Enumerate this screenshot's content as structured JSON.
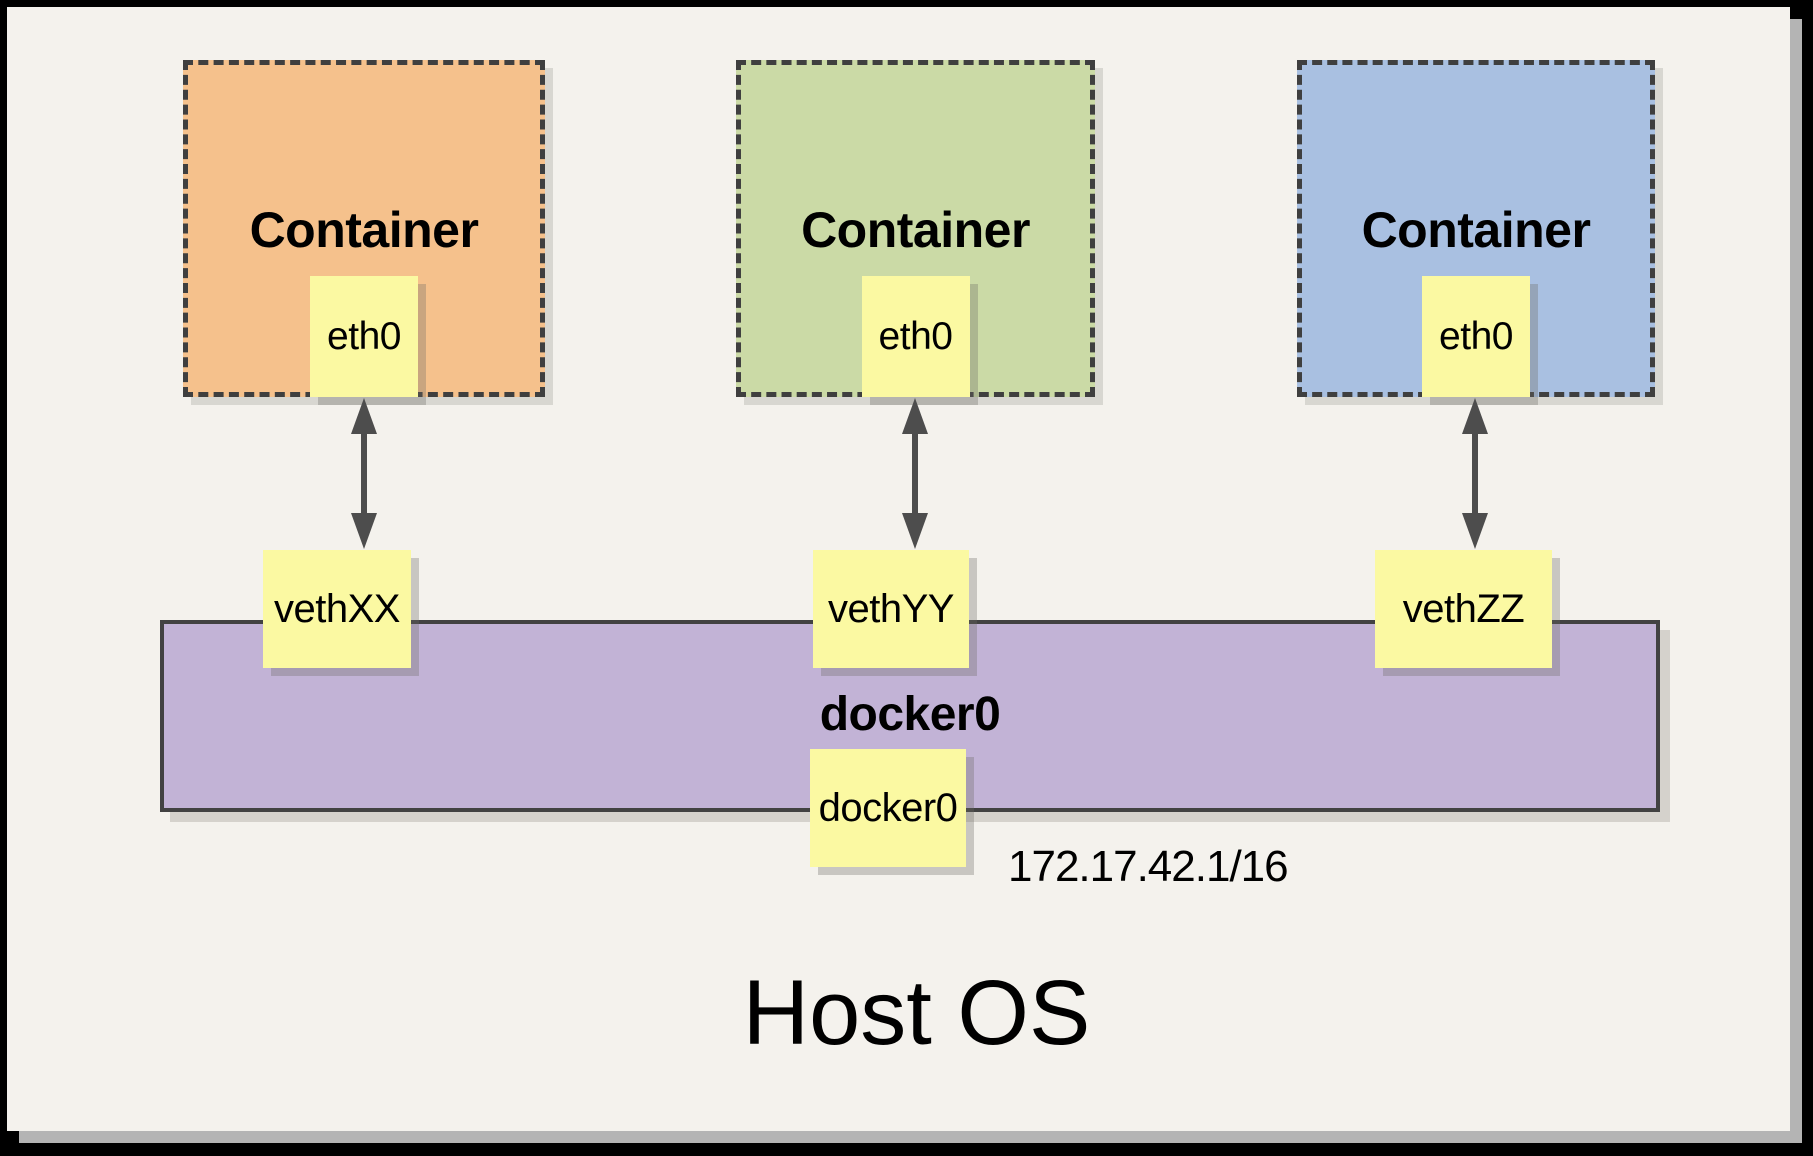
{
  "containers": [
    {
      "label": "Container",
      "interface_label": "eth0",
      "veth_label": "vethXX",
      "fill": "#F5C18C"
    },
    {
      "label": "Container",
      "interface_label": "eth0",
      "veth_label": "vethYY",
      "fill": "#CBDAA6"
    },
    {
      "label": "Container",
      "interface_label": "eth0",
      "veth_label": "vethZZ",
      "fill": "#A9C0E1"
    }
  ],
  "bridge": {
    "label": "docker0",
    "interface_label": "docker0",
    "ip_address": "172.17.42.1/16",
    "fill": "#C2B3D6"
  },
  "host": {
    "label": "Host OS"
  },
  "colors": {
    "note_fill": "#FBF9A2",
    "canvas_background": "#F4F2ED",
    "dashed_outline": "#3F3F3F",
    "arrow": "#4D4D4D",
    "outer_border": "#000000",
    "canvas_shadow": "#B4B4B4"
  }
}
